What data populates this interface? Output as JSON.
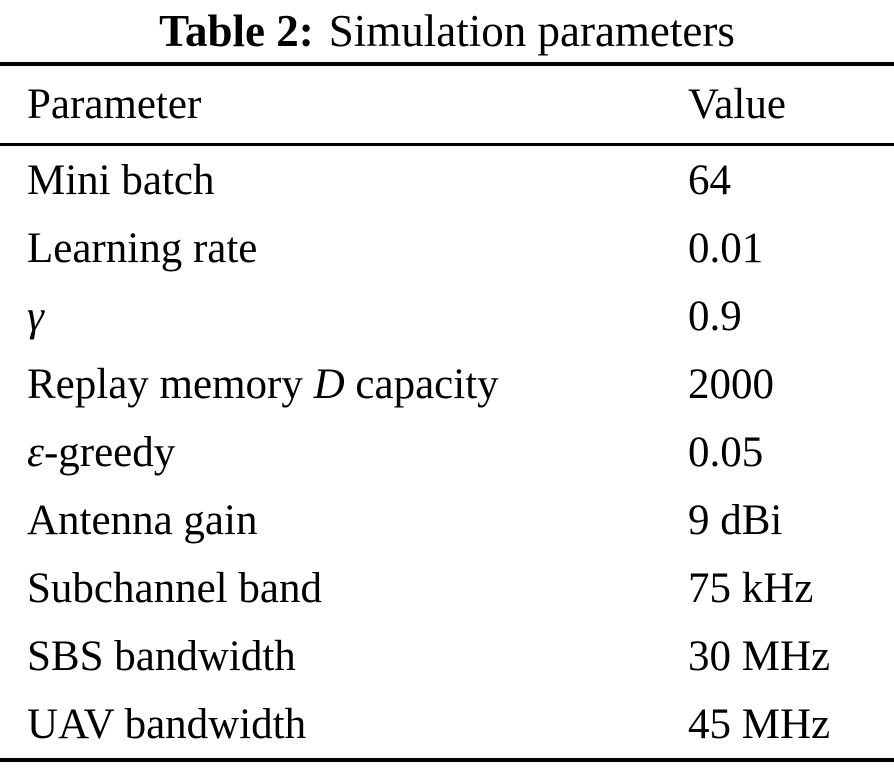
{
  "table": {
    "title_bold": "Table 2:",
    "title_rest": "Simulation parameters",
    "columns": {
      "param": "Parameter",
      "value": "Value"
    },
    "rows": [
      {
        "param": [
          {
            "t": "Mini batch"
          }
        ],
        "value": "64"
      },
      {
        "param": [
          {
            "t": "Learning rate"
          }
        ],
        "value": "0.01"
      },
      {
        "param": [
          {
            "t": "γ",
            "i": true
          }
        ],
        "value": "0.9"
      },
      {
        "param": [
          {
            "t": "Replay memory "
          },
          {
            "t": "D",
            "i": true
          },
          {
            "t": " capacity"
          }
        ],
        "value": "2000"
      },
      {
        "param": [
          {
            "t": "ε",
            "i": true
          },
          {
            "t": "-greedy"
          }
        ],
        "value": "0.05"
      },
      {
        "param": [
          {
            "t": "Antenna gain"
          }
        ],
        "value": "9 dBi"
      },
      {
        "param": [
          {
            "t": "Subchannel band"
          }
        ],
        "value": "75 kHz"
      },
      {
        "param": [
          {
            "t": "SBS bandwidth"
          }
        ],
        "value": "30 MHz"
      },
      {
        "param": [
          {
            "t": "UAV bandwidth"
          }
        ],
        "value": "45 MHz"
      }
    ],
    "colors": {
      "text": "#000000",
      "rule": "#000000",
      "background": "#ffffff"
    }
  }
}
